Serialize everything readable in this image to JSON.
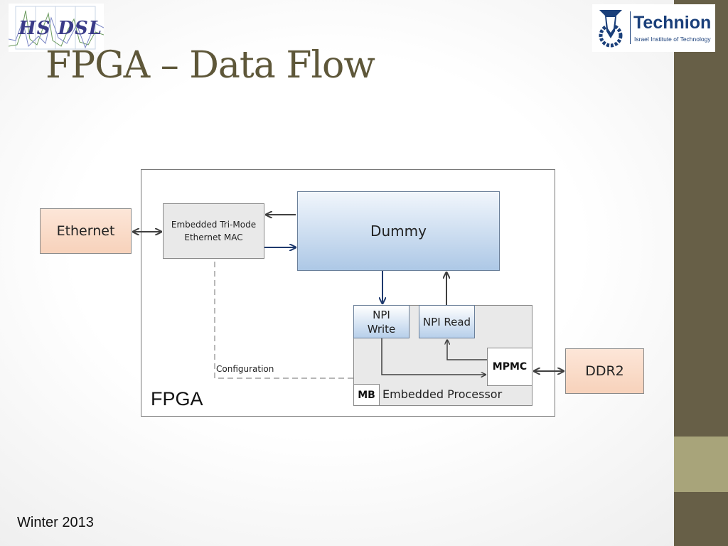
{
  "slide": {
    "title": "FPGA – Data Flow",
    "footer": "Winter 2013"
  },
  "logos": {
    "left": {
      "text": "HS DSL"
    },
    "right": {
      "name": "Technion",
      "subtitle": "Israel Institute of Technology"
    }
  },
  "diagram": {
    "frame_label": "FPGA",
    "blocks": {
      "ethernet": "Ethernet",
      "mac_line1": "Embedded Tri-Mode",
      "mac_line2": "Ethernet MAC",
      "dummy": "Dummy",
      "npi_write_line1": "NPI",
      "npi_write_line2": "Write",
      "npi_read": "NPI Read",
      "mpmc": "MPMC",
      "mb": "MB",
      "embedded_processor": "Embedded Processor",
      "ddr2": "DDR2"
    },
    "connection_label": "Configuration"
  },
  "colors": {
    "accent_bar": "#675f47",
    "accent_bar_light": "#a8a47a",
    "title": "#5e5739",
    "arrow_dark_blue": "#1f3a6e",
    "arrow_gray": "#404040"
  }
}
